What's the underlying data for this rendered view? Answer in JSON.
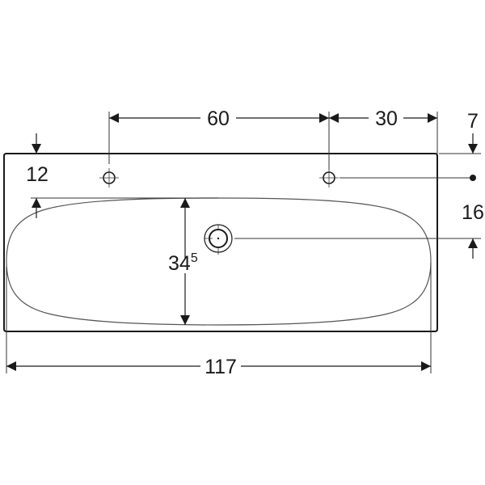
{
  "drawing": {
    "title": "Washbasin top view dimension drawing",
    "colors": {
      "line": "#1a1a1a",
      "thin_line": "#555555",
      "background": "#ffffff"
    },
    "dimensions": {
      "tap_hole_spacing": {
        "label": "60",
        "value": 60
      },
      "tap_to_edge": {
        "label": "30",
        "value": 30
      },
      "back_edge_to_tap_axis": {
        "label": "7",
        "value": 7
      },
      "tap_axis_to_drain_axis": {
        "label": "16",
        "value": 16
      },
      "back_edge_to_bowl": {
        "label": "12",
        "value": 12
      },
      "bowl_depth": {
        "label": "34",
        "superscript": "5",
        "value": 34.5
      },
      "overall_width": {
        "label": "117",
        "value": 117
      }
    },
    "features": [
      {
        "name": "left tap hole",
        "type": "circle"
      },
      {
        "name": "right tap hole",
        "type": "circle"
      },
      {
        "name": "drain",
        "type": "double circle"
      },
      {
        "name": "basin bowl",
        "type": "rounded outline"
      },
      {
        "name": "basin outline",
        "type": "rectangle"
      }
    ]
  }
}
